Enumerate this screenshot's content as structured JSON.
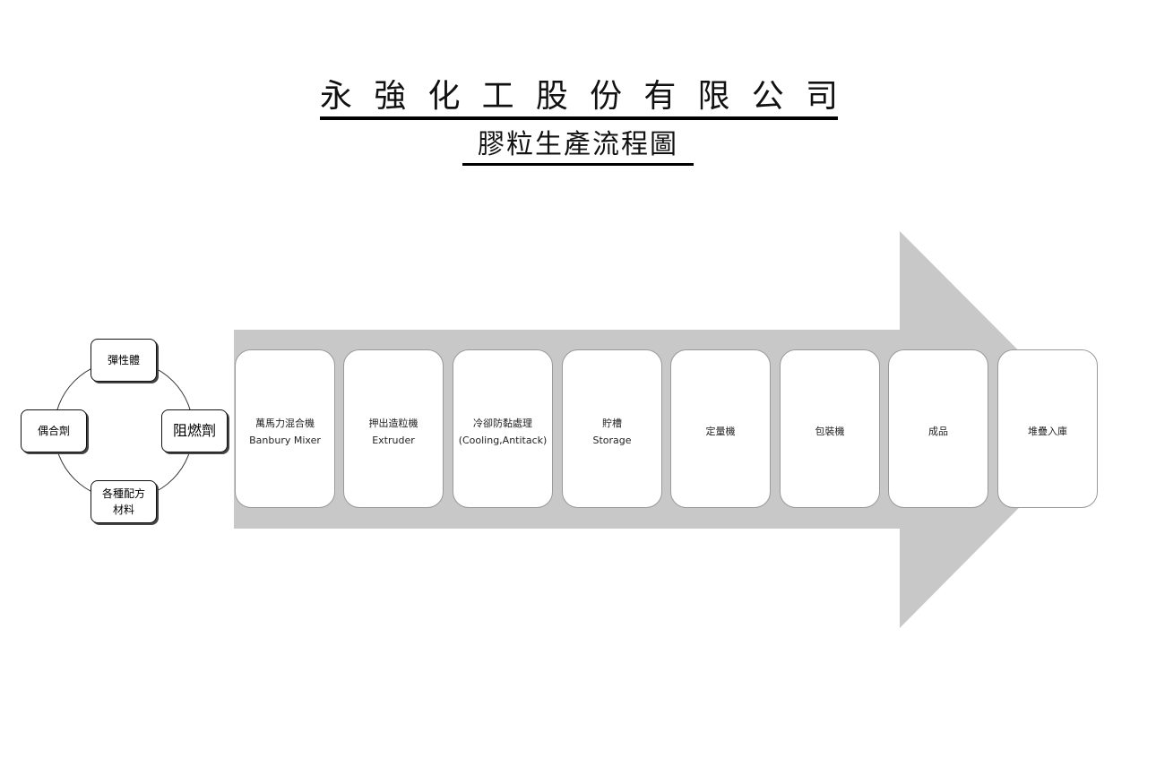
{
  "header": {
    "company": [
      "永",
      "強",
      "化",
      "工",
      "股",
      "份",
      "有",
      "限",
      "公",
      "司"
    ],
    "subtitle": "膠粒生產流程圖"
  },
  "materials": [
    {
      "label": "彈性體"
    },
    {
      "label": "偶合劑"
    },
    {
      "label": "阻燃劑"
    },
    {
      "label": "各種配方\n材料"
    }
  ],
  "steps": [
    {
      "zh": "萬馬力混合機",
      "en": "Banbury Mixer"
    },
    {
      "zh": "押出造粒機",
      "en": "Extruder"
    },
    {
      "zh": "冷卻防黏處理",
      "en": "(Cooling,Antitack)"
    },
    {
      "zh": "貯槽",
      "en": "Storage"
    },
    {
      "zh": "定量機",
      "en": ""
    },
    {
      "zh": "包裝機",
      "en": ""
    },
    {
      "zh": "成品",
      "en": ""
    },
    {
      "zh": "堆疊入庫",
      "en": ""
    }
  ],
  "colors": {
    "arrow": "#c8c8c8"
  }
}
